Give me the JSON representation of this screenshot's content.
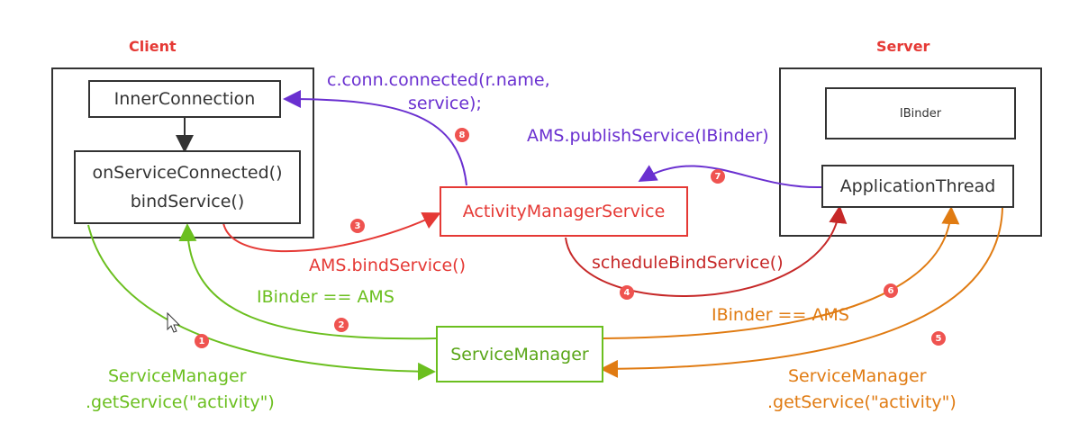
{
  "client": {
    "title": "Client",
    "inner_connection": "InnerConnection",
    "on_service_connected": "onServiceConnected()",
    "bind_service": "bindService()"
  },
  "server": {
    "title": "Server",
    "ibinder": "IBinder",
    "application_thread": "ApplicationThread"
  },
  "ams": {
    "label": "ActivityManagerService"
  },
  "service_manager": {
    "label": "ServiceManager"
  },
  "edges": {
    "connected_line1": "c.conn.connected(r.name,",
    "connected_line2": "service);",
    "publish_service": "AMS.publishService(IBinder)",
    "bind_service_call": "AMS.bindService()",
    "schedule_bind": "scheduleBindService()",
    "ibinder_ams_client": "IBinder == AMS",
    "ibinder_ams_server": "IBinder == AMS",
    "get_service_client_1": "ServiceManager",
    "get_service_client_2": ".getService(\"activity\")",
    "get_service_server_1": "ServiceManager",
    "get_service_server_2": ".getService(\"activity\")"
  },
  "badges": [
    "1",
    "2",
    "3",
    "4",
    "5",
    "6",
    "7",
    "8"
  ],
  "colors": {
    "green": "#6bbf1f",
    "red": "#e53935",
    "purple": "#6a30d0",
    "orange": "#e07b12",
    "dark_red": "#c62828",
    "black": "#333333"
  }
}
